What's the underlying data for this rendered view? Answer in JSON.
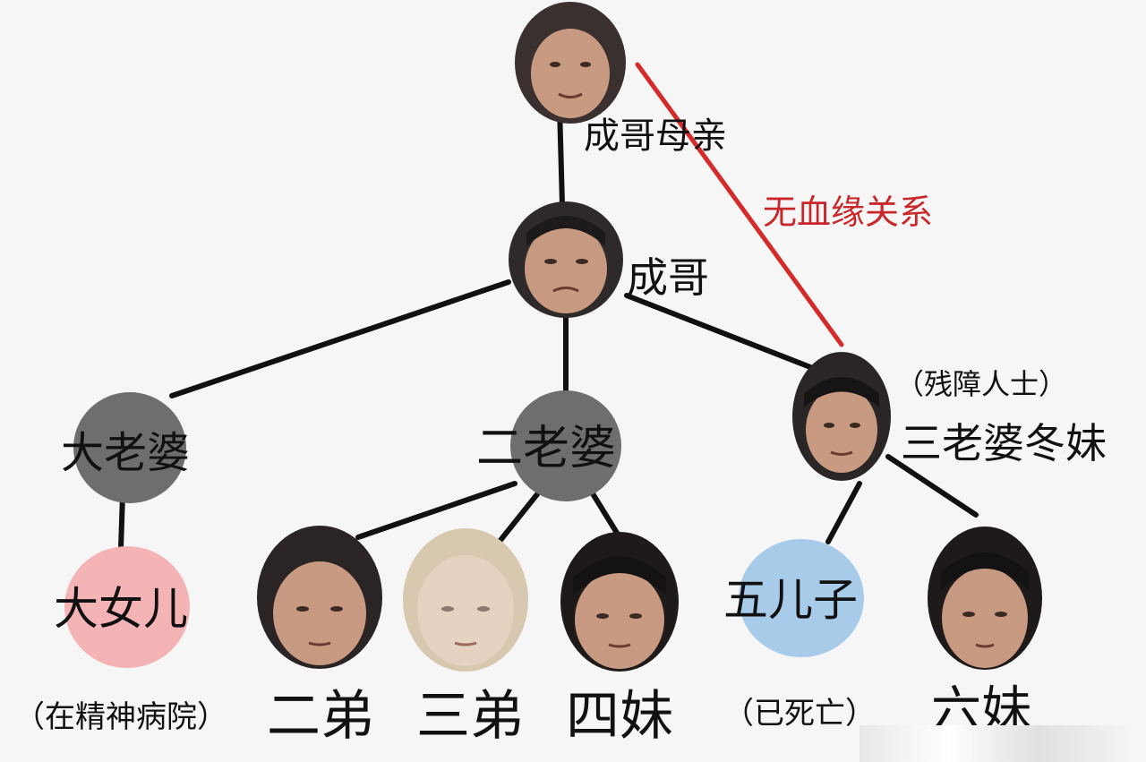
{
  "colors": {
    "background": "#f6f6f6",
    "edge": "#111111",
    "no_blood_edge": "#d42a2a",
    "no_blood_text": "#c8282a",
    "gray_node": "#6e6e6e",
    "pink_node": "#f4b4b6",
    "blue_node": "#a9cbea",
    "face_skin": "#c99a82"
  },
  "nodes": {
    "mother": {
      "label": "成哥母亲",
      "icon": "elderly-woman-photo-icon"
    },
    "cheng_ge": {
      "label": "成哥",
      "icon": "man-photo-icon"
    },
    "wife1": {
      "label": "大老婆"
    },
    "wife2": {
      "label": "二老婆"
    },
    "wife3": {
      "label": "三老婆冬妹",
      "note": "（残障人士）",
      "icon": "woman-photo-icon"
    },
    "daughter1": {
      "label": "大女儿",
      "note": "（在精神病院）"
    },
    "brother2": {
      "label": "二弟",
      "icon": "boy-photo-icon"
    },
    "brother3": {
      "label": "三弟",
      "icon": "boy-photo-icon"
    },
    "sister4": {
      "label": "四妹",
      "icon": "girl-photo-icon"
    },
    "son5": {
      "label": "五儿子",
      "note": "（已死亡）"
    },
    "sister6": {
      "label": "六妹",
      "icon": "girl-photo-icon"
    }
  },
  "relation_note": "无血缘关系"
}
